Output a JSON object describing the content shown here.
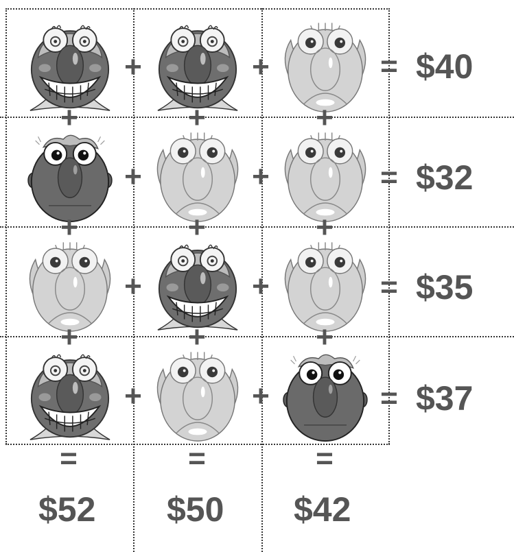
{
  "puzzle": {
    "plus": "+",
    "equals": "=",
    "grid": [
      [
        "grinning-creature",
        "grinning-creature",
        "pale-owl"
      ],
      [
        "dark-round-face",
        "pale-owl",
        "pale-owl"
      ],
      [
        "pale-owl",
        "grinning-creature",
        "pale-owl"
      ],
      [
        "grinning-creature",
        "pale-owl",
        "dark-round-face"
      ]
    ],
    "row_totals": [
      "$40",
      "$32",
      "$35",
      "$37"
    ],
    "column_totals": [
      "$52",
      "$50",
      "$42"
    ]
  }
}
